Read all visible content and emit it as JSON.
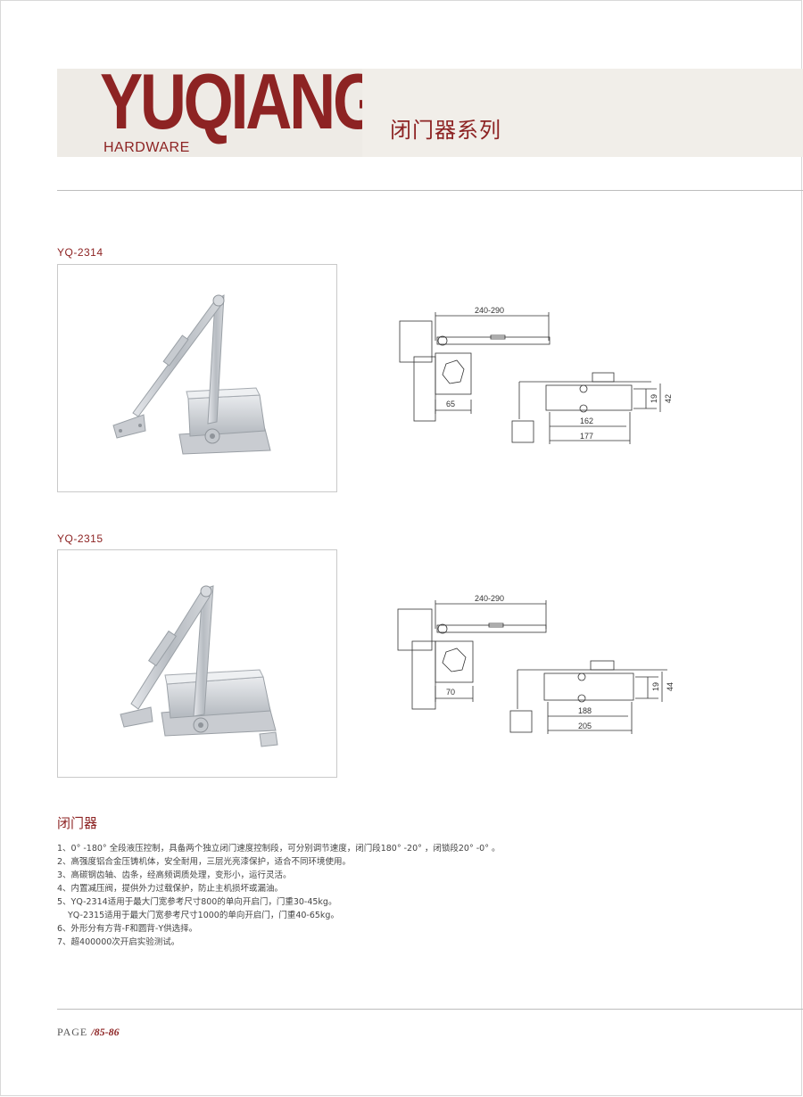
{
  "brand": {
    "name": "YUQIANG",
    "sub": "HARDWARE"
  },
  "series_title": "闭门器系列",
  "products": [
    {
      "model": "YQ-2314",
      "dims": {
        "arm": "240-290",
        "side": "65",
        "inner": "162",
        "outer": "177",
        "h1": "19",
        "h2": "42"
      }
    },
    {
      "model": "YQ-2315",
      "dims": {
        "arm": "240-290",
        "side": "70",
        "inner": "188",
        "outer": "205",
        "h1": "19",
        "h2": "44"
      }
    }
  ],
  "section_title": "闭门器",
  "features": [
    "1、0° -180° 全段液压控制，具备两个独立闭门速度控制段，可分别调节速度，闭门段180° -20° ，闭锁段20° -0° 。",
    "2、高强度铝合金压铸机体，安全耐用，三层光亮漆保护，适合不同环境使用。",
    "3、高碳钢齿轴、齿条，经高频调质处理，变形小，运行灵活。",
    "4、内置减压阀，提供外力过载保护，防止主机损坏或漏油。",
    "5、YQ-2314适用于最大门宽参考尺寸800的单向开启门，门重30-45kg。",
    "YQ-2315适用于最大门宽参考尺寸1000的单向开启门，门重40-65kg。",
    "6、外形分有方背-F和圆背-Y供选择。",
    "7、超400000次开启实验测试。"
  ],
  "page": {
    "prefix": "PAGE",
    "number": "/85-86"
  }
}
